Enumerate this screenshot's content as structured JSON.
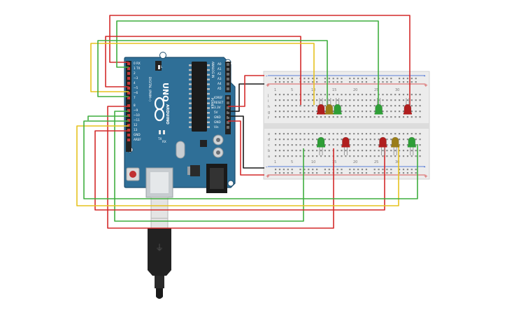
{
  "colors": {
    "board": "#2f6f97",
    "board_edge": "#1f4e6e",
    "header": "#222222",
    "breadboard": "#ececec",
    "rail_red": "#d22a2a",
    "rail_blue": "#2a5ad2",
    "wire_red": "#d42a2a",
    "wire_green": "#3fae3f",
    "wire_yellow": "#e6c21f",
    "wire_black": "#1a1a1a",
    "led_red": "#b01e1e",
    "led_green": "#2e9e36",
    "led_yellow": "#9a7d18",
    "usb_cable": "#222222"
  },
  "arduino": {
    "model_text": "UNO",
    "brand_text": "ARDUINO",
    "digital_label": "DIGITAL (PWM~)",
    "analog_label": "ANALOG IN",
    "power_label": "POWER",
    "tx_label": "TX",
    "rx_label": "RX",
    "l_label": "L",
    "on_label": "ON",
    "aref_label": "AREF",
    "gnd_label": "GND",
    "digital_pins": [
      "0 RX",
      "1 TX",
      "2",
      "~3",
      "4",
      "~5",
      "~6",
      "7",
      "8",
      "~9",
      "~10",
      "~11",
      "12",
      "13",
      "GND",
      "AREF"
    ],
    "analog_pins": [
      "A0",
      "A1",
      "A2",
      "A3",
      "A4",
      "A5"
    ],
    "power_pins": [
      "IOREF",
      "RESET",
      "3.3V",
      "5V",
      "GND",
      "GND",
      "Vin"
    ]
  },
  "breadboard": {
    "row_letters_top": [
      "j",
      "i",
      "h",
      "g",
      "f"
    ],
    "row_letters_bottom": [
      "e",
      "d",
      "c",
      "b",
      "a"
    ],
    "column_numbers": [
      "1",
      "5",
      "10",
      "15",
      "20",
      "25",
      "30"
    ],
    "rail_plus": "+",
    "rail_minus": "-"
  },
  "leds_top": [
    {
      "color": "red",
      "col": 12
    },
    {
      "color": "yellow",
      "col": 14
    },
    {
      "color": "green",
      "col": 16
    },
    {
      "color": "green",
      "col": 26
    },
    {
      "color": "red",
      "col": 33
    }
  ],
  "leds_bottom": [
    {
      "color": "green",
      "col": 12
    },
    {
      "color": "red",
      "col": 18
    },
    {
      "color": "red",
      "col": 27
    },
    {
      "color": "yellow",
      "col": 30
    },
    {
      "color": "green",
      "col": 34
    }
  ]
}
